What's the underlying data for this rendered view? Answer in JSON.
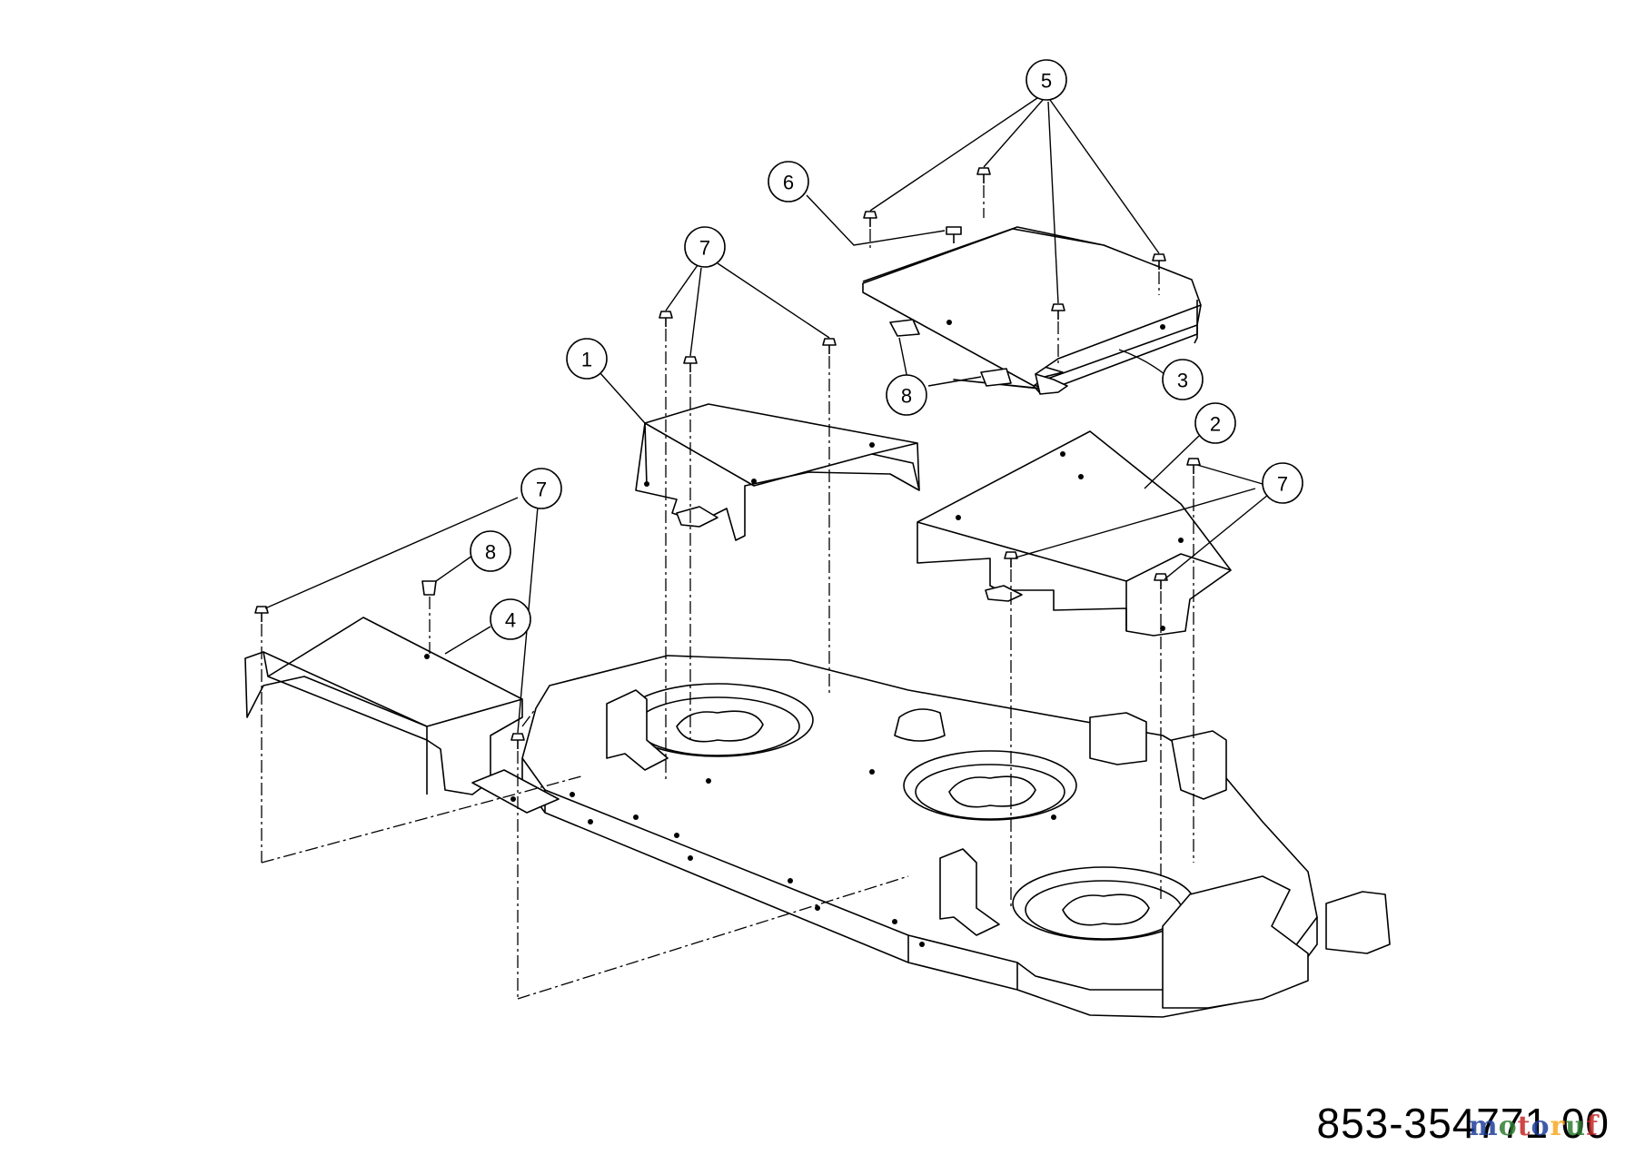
{
  "diagram": {
    "part_number": "853-354771 00",
    "watermark": {
      "letters": [
        "m",
        "o",
        "t",
        "o",
        "r",
        "u",
        "f"
      ],
      "colors": [
        "#1f3f9a",
        "#2e7d32",
        "#c62828",
        "#1f3f9a",
        "#f9a825",
        "#2e7d32",
        "#c62828"
      ]
    },
    "callouts": [
      {
        "id": "c1",
        "label": "1"
      },
      {
        "id": "c2",
        "label": "2"
      },
      {
        "id": "c3",
        "label": "3"
      },
      {
        "id": "c4",
        "label": "4"
      },
      {
        "id": "c5",
        "label": "5"
      },
      {
        "id": "c6",
        "label": "6"
      },
      {
        "id": "c7a",
        "label": "7"
      },
      {
        "id": "c7b",
        "label": "7"
      },
      {
        "id": "c7c",
        "label": "7"
      },
      {
        "id": "c8a",
        "label": "8"
      },
      {
        "id": "c8b",
        "label": "8"
      }
    ]
  }
}
